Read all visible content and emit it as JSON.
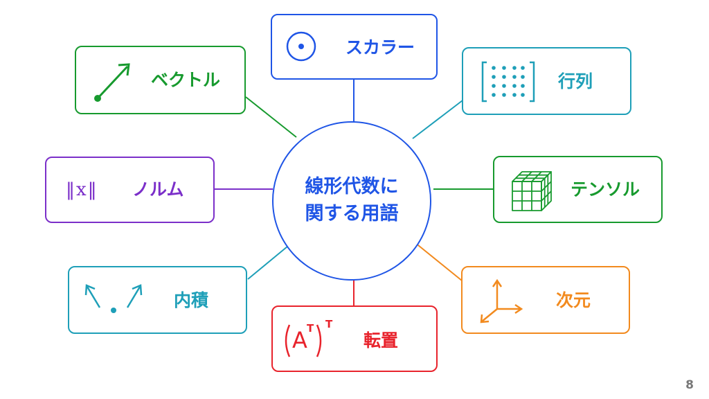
{
  "center": {
    "line1": "線形代数に",
    "line2": "関する用語"
  },
  "nodes": {
    "scalar": {
      "label": "スカラー",
      "color": "#1f55e6",
      "icon": "circle-dot-icon"
    },
    "vector": {
      "label": "ベクトル",
      "color": "#179a2e",
      "icon": "arrow-vector-icon"
    },
    "matrix": {
      "label": "行列",
      "color": "#1e9fb8",
      "icon": "matrix-dots-icon"
    },
    "norm": {
      "label": "ノルム",
      "color": "#7b2fc9",
      "icon": "norm-icon",
      "symbol": "x"
    },
    "tensor": {
      "label": "テンソル",
      "color": "#179a2e",
      "icon": "cube-grid-icon"
    },
    "inner": {
      "label": "内積",
      "color": "#1e9fb8",
      "icon": "inner-product-icon"
    },
    "dimension": {
      "label": "次元",
      "color": "#f28a1e",
      "icon": "axes-3d-icon"
    },
    "transpose": {
      "label": "転置",
      "color": "#e8232c",
      "icon": "transpose-icon",
      "symbol_base": "A",
      "symbol_sup1": "T",
      "symbol_sup2": "T"
    }
  },
  "page_number": "8"
}
